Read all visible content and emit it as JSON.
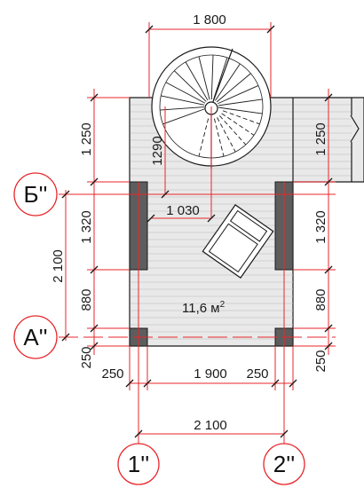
{
  "dimensions": {
    "top": "1 800",
    "left_upper": "1 250",
    "left_middle": "1 320",
    "left_lower": "880",
    "left_bottom": "250",
    "left_total": "2 100",
    "right_upper": "1 250",
    "right_middle": "1 320",
    "right_lower": "880",
    "right_bottom": "250",
    "stair_radius": "1290",
    "stair_offset": "1 030",
    "bottom_left": "250",
    "bottom_middle": "1 900",
    "bottom_right": "250",
    "bottom_total": "2 100"
  },
  "area": {
    "value": "11,6 м",
    "superscript": "2"
  },
  "axes": {
    "b": "Б''",
    "a": "А''",
    "one": "1''",
    "two": "2''"
  },
  "colors": {
    "dimension": "#e8262b",
    "floor": "#e9e9e9",
    "column": "#5d5d5d"
  }
}
